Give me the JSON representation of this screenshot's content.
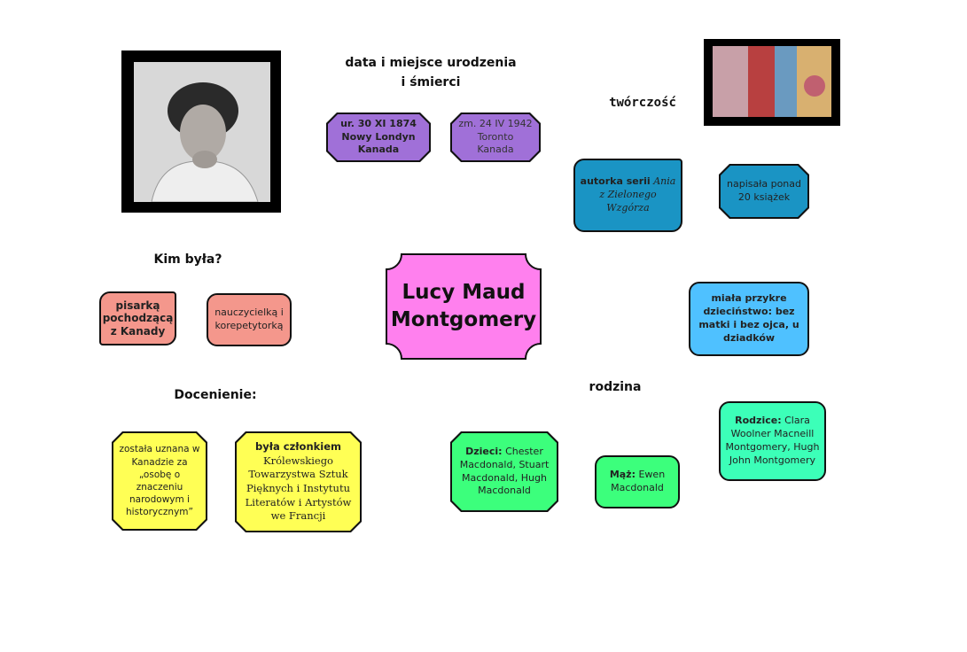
{
  "center": {
    "line1": "Lucy Maud",
    "line2": "Montgomery",
    "color": "#ff80ee"
  },
  "headings": {
    "birth_death": "data i miejsce urodzenia i śmierci",
    "works": "twórczość",
    "who": "Kim była?",
    "recognition": "Docenienie:",
    "family": "rodzina"
  },
  "birth": {
    "line1": "ur. 30 XI 1874",
    "line2": "Nowy Londyn",
    "line3": "Kanada"
  },
  "death": {
    "line1": "zm. 24 IV 1942",
    "line2": "Toronto",
    "line3": "Kanada"
  },
  "works": {
    "series_prefix": "autorka serii",
    "series_title": "Ania z Zielonego Wzgórza",
    "books": "napisała ponad 20 książek"
  },
  "who": {
    "writer": "pisarką pochodzącą z Kanady",
    "teacher": "nauczycielką i korepetytorką"
  },
  "childhood": "miała przykre dzieciństwo: bez matki i bez ojca, u dziadków",
  "recognition": {
    "national": "została uznana w Kanadzie za „osobę o znaczeniu narodowym i historycznym”",
    "member_prefix": "była członkiem",
    "member_text": "Królewskiego Towarzystwa Sztuk Pięknych i Instytutu Literatów i Artystów we Francji"
  },
  "family": {
    "children_label": "Dzieci:",
    "children": "Chester Macdonald, Stuart Macdonald, Hugh Macdonald",
    "husband_label": "Mąż:",
    "husband": "Ewen Macdonald",
    "parents_label": "Rodzice:",
    "parents": "Clara Woolner Macneill Montgomery, Hugh John Montgomery"
  },
  "colors": {
    "purple": "#a070d8",
    "teal": "#1a94c4",
    "salmon": "#f4978c",
    "blue": "#4fc1ff",
    "yellow": "#ffff55",
    "green": "#3cff7c",
    "aqua": "#3cffb8"
  }
}
